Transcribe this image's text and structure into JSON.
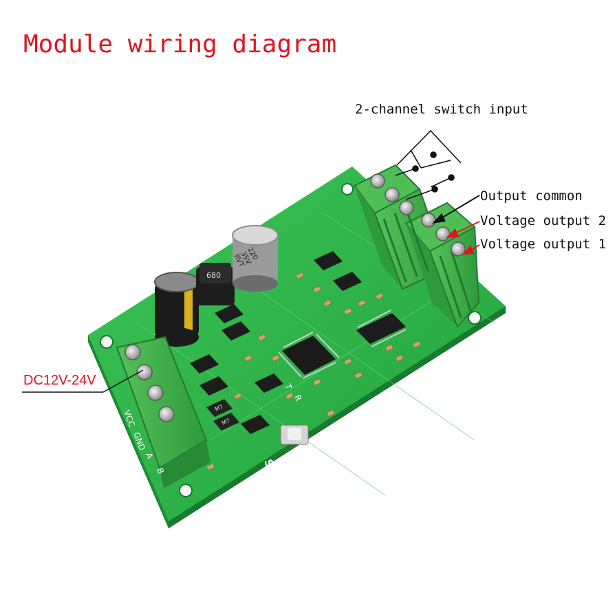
{
  "title": "Module wiring diagram",
  "labels": {
    "switch_input": "2-channel switch input",
    "output_common": "Output common",
    "voltage_output_2": "Voltage output 2",
    "voltage_output_1": "Voltage output 1",
    "power": "DC12V-24V"
  },
  "board_text": {
    "left_terminals": [
      "VCC",
      "GND",
      "A",
      "B"
    ],
    "set_button": "SET",
    "inductor": "680",
    "capacitor": [
      "220",
      "35V",
      "RVT"
    ],
    "diode_marks": [
      "M7",
      "M7"
    ],
    "pins": [
      "T",
      "R"
    ]
  },
  "colors": {
    "title": "#e0141e",
    "pcb": "#2fb34a",
    "terminal": "#3fae4a",
    "label_text": "#111111",
    "arrow_red": "#e0141e"
  }
}
